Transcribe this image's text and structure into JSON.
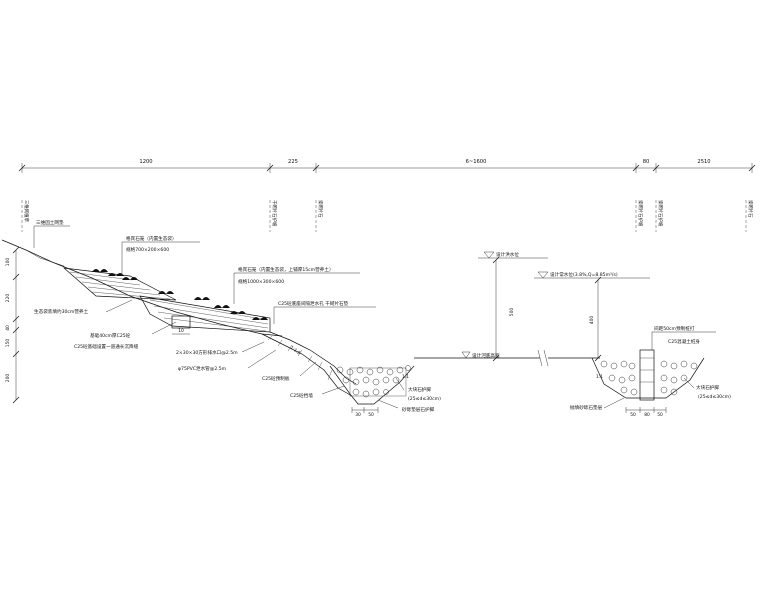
{
  "dimensions": {
    "top": [
      "1200",
      "225",
      "6~1600",
      "80",
      "2510"
    ],
    "left": [
      "100",
      "220",
      "40",
      "150",
      "200"
    ],
    "water_height": "500",
    "water_height2": "400",
    "ditch_bottom": [
      "30",
      "50"
    ],
    "step_width": "10",
    "pile_bottom": [
      "50",
      "80",
      "50"
    ]
  },
  "vertical_labels": [
    "三维网植草",
    "干砌片石护坡",
    "浆砌片石",
    "浆砌片石护坡",
    "浆砌片石护坡",
    "浆砌片石"
  ],
  "labels": {
    "mesh": "三维固土网垫",
    "frame1_title": "格宾石笼（内置生态袋）",
    "frame1_size": "规格700×200×600",
    "frame2_title": "格宾石笼（内置生态袋，上铺厚15cm营养土）",
    "frame2_size": "规格1000×300×600",
    "cushion": "C25砼底座间隔泄水孔 干砌片石垫",
    "soil": "生态袋装填约30cm营养土",
    "foundation": "基础40cm厚C25砼",
    "foundation_note": "C25砼基础设置一道通长沉降缝",
    "drain_pipe": "2×30×30方形排水口@2.5m",
    "pvc_pipe": "φ75PVC泄水管@2.5m",
    "concrete_slab": "C25砼预制板",
    "toe_wall": "C25砼挡墙",
    "gravel_fill": "大块石护脚",
    "gravel_spec": "(25≤d≤30cm)",
    "ditch_base": "砂砾垫层石护脚",
    "design_high_water": "设计洪水位",
    "design_normal_water": "设计常水位(3.8%,Q=8.85m³/s)",
    "river_bed": "设计河底高程",
    "pile_title": "间距50cm预制桩打",
    "pile_spec": "C25混凝土桩身",
    "gravel_fill2": "大块石护脚",
    "gravel_spec2": "(25≤d≤30cm)",
    "pile_base": "抛填砂砾石垫层",
    "slope1": "1:1.5",
    "slope2": "1:0.5",
    "slope3": "1:1",
    "slope4": "1:1"
  }
}
